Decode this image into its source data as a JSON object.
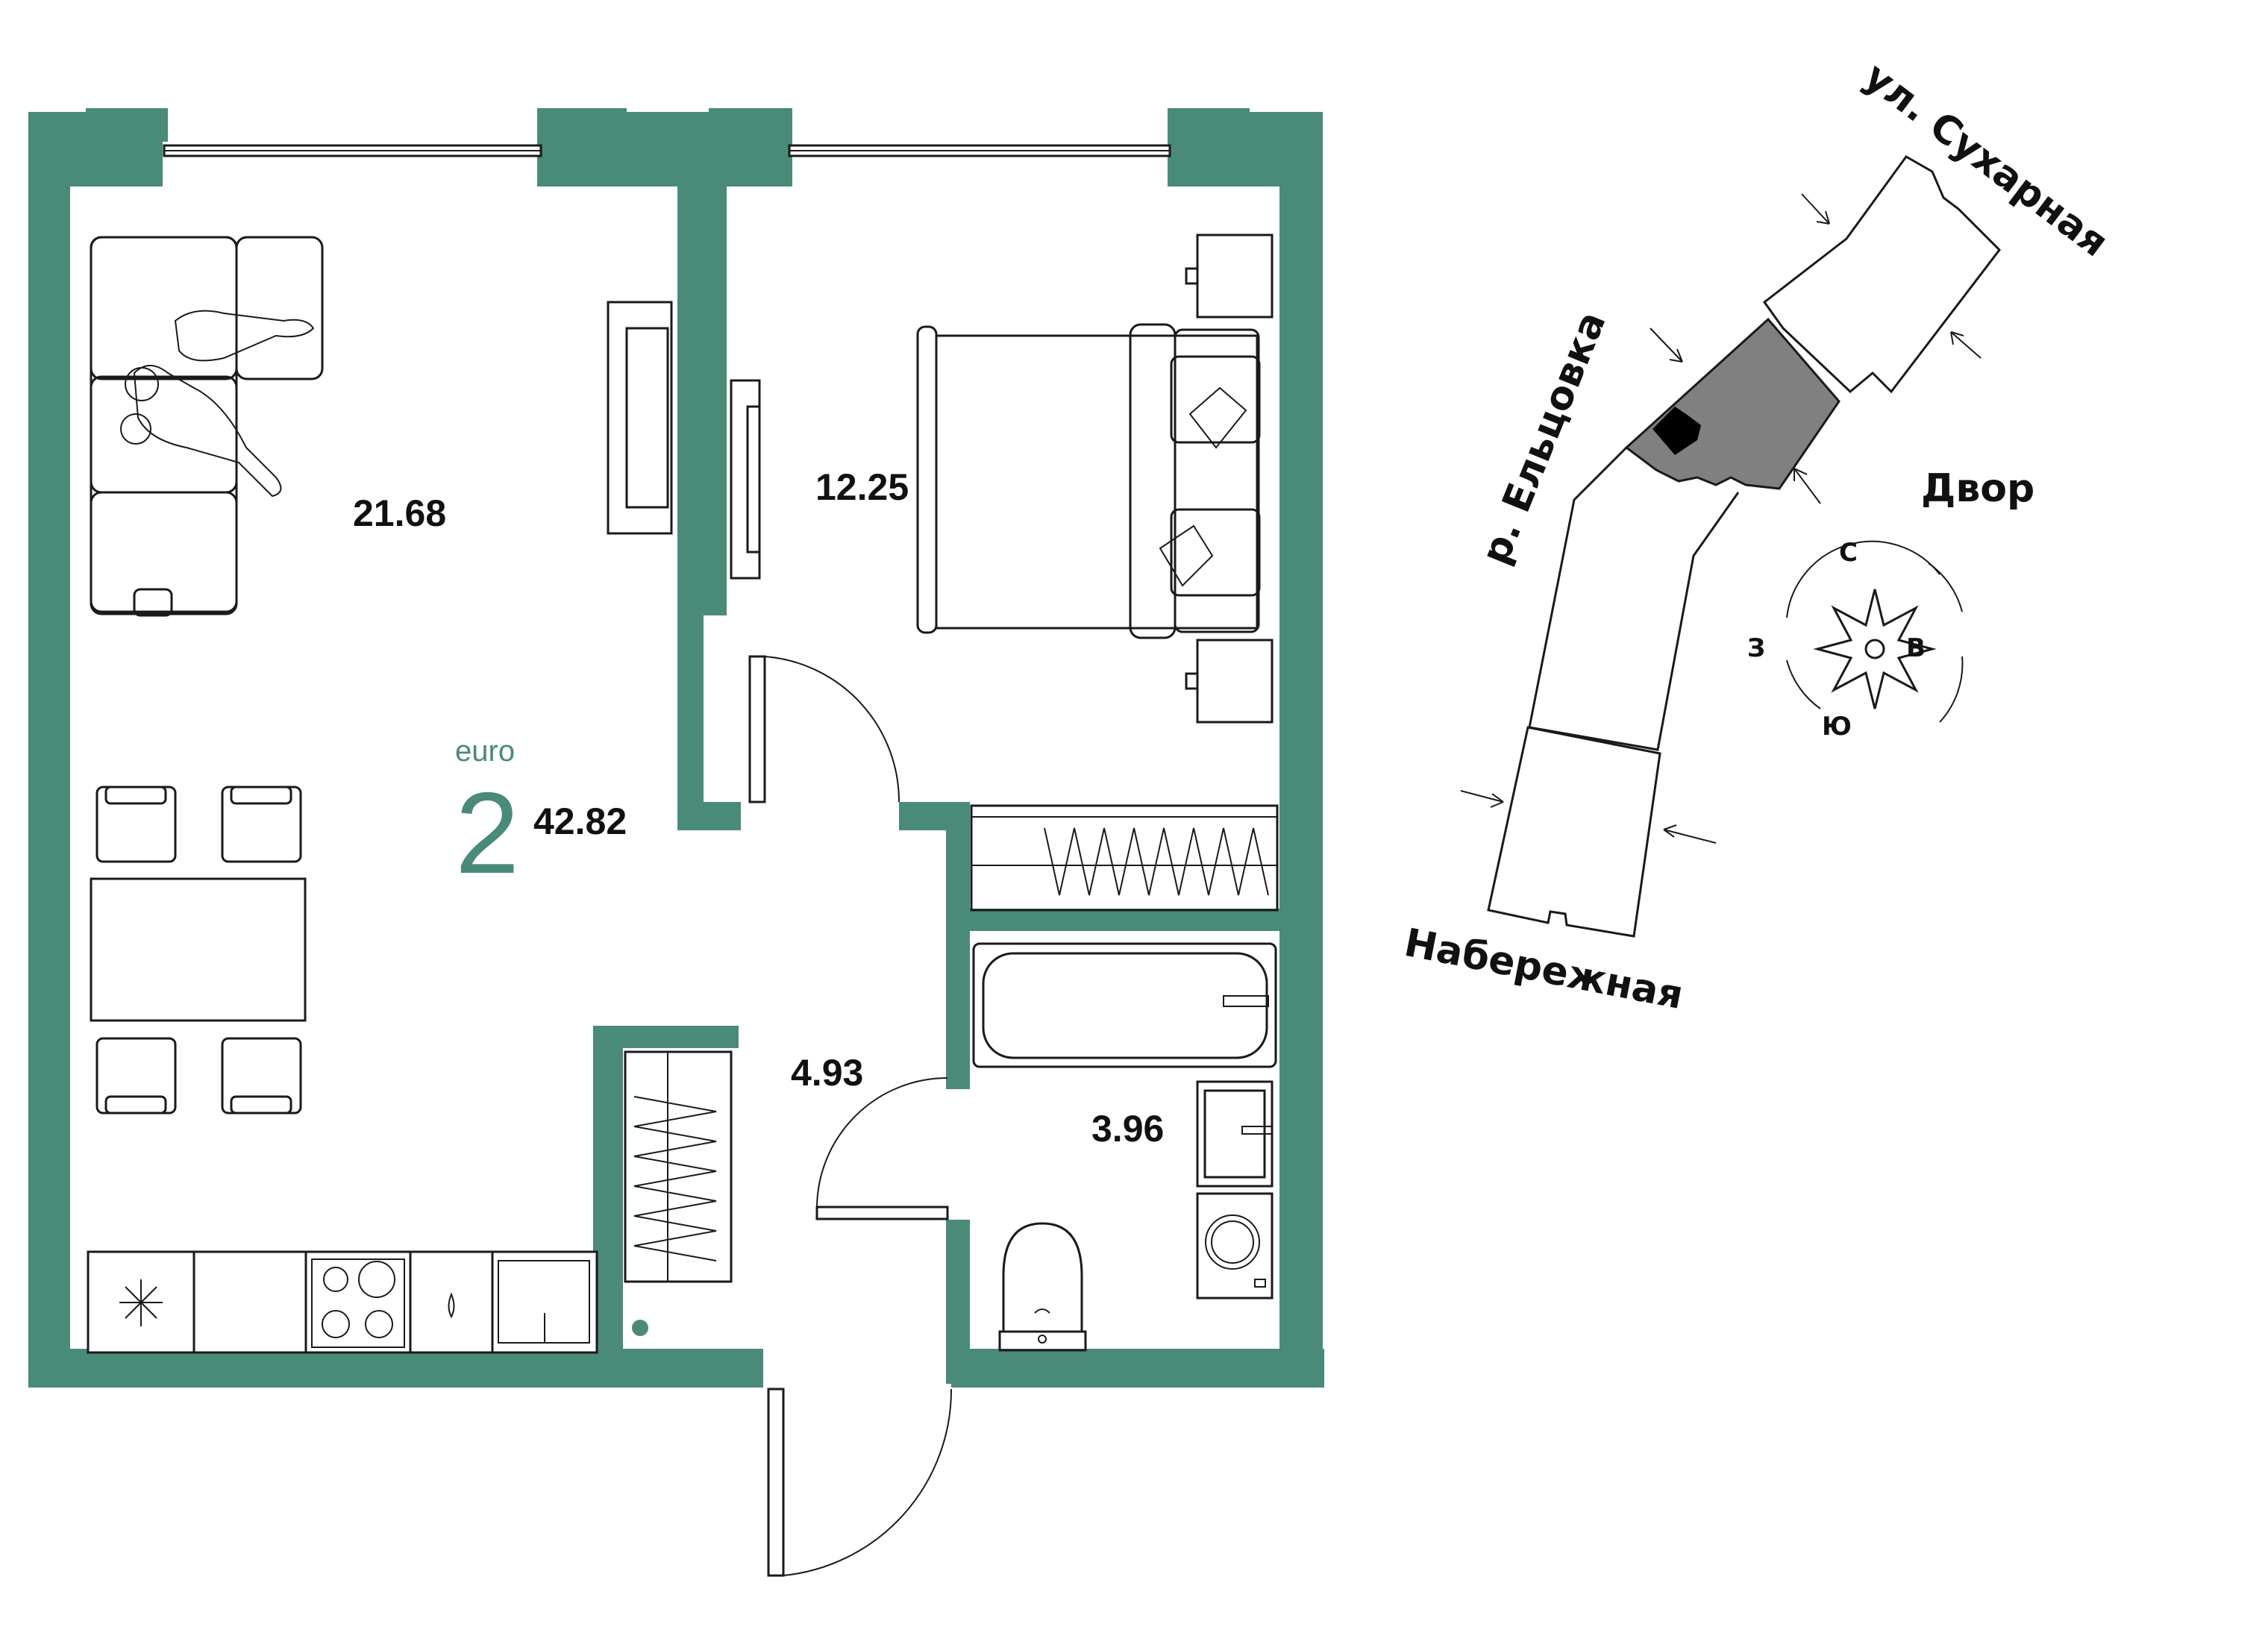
{
  "apartment": {
    "type_label": "euro",
    "rooms": "2",
    "total_area": "42.82",
    "accent_color": "#4a8a78"
  },
  "rooms": [
    {
      "id": "living-kitchen",
      "area": "21.68"
    },
    {
      "id": "bedroom",
      "area": "12.25"
    },
    {
      "id": "hallway",
      "area": "4.93"
    },
    {
      "id": "bathroom",
      "area": "3.96"
    }
  ],
  "site_plan": {
    "streets": {
      "sukharnaya": "ул. Сухарная",
      "eltsovka": "р. Ельцовка",
      "naberezhnaya": "Набережная",
      "dvor": "Двор"
    },
    "highlight_color": "#808080",
    "compass": {
      "north": "С",
      "south": "Ю",
      "west": "З",
      "east": "В"
    }
  }
}
